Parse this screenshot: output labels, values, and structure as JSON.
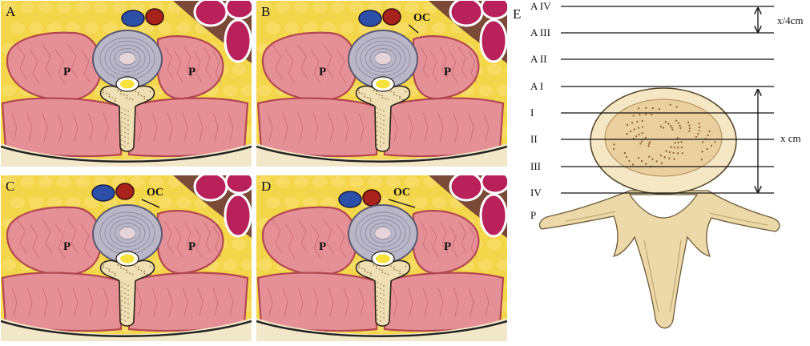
{
  "panels": [
    {
      "letter": "A",
      "left_label": "P",
      "right_label": "P",
      "oc_label": ""
    },
    {
      "letter": "B",
      "left_label": "P",
      "right_label": "P",
      "oc_label": "OC"
    },
    {
      "letter": "C",
      "left_label": "P",
      "right_label": "P",
      "oc_label": "OC"
    },
    {
      "letter": "D",
      "left_label": "P",
      "right_label": "P",
      "oc_label": "OC"
    }
  ],
  "vertebra_diagram": {
    "letter": "E",
    "levels": [
      "A IV",
      "A III",
      "A II",
      "A I",
      "I",
      "II",
      "III",
      "IV",
      "P"
    ],
    "top_spacing_label": "x/4cm",
    "body_height_label": "x cm"
  },
  "colors": {
    "fat": "#f4d64a",
    "muscle": "#e58f96",
    "muscle_outline": "#b2484f",
    "disc": "#b9b6c8",
    "vein": "#2c4fa8",
    "artery": "#a8231b",
    "bone": "#efdfb4",
    "cord": "#f7e13c",
    "bowel": "#b8215a"
  }
}
